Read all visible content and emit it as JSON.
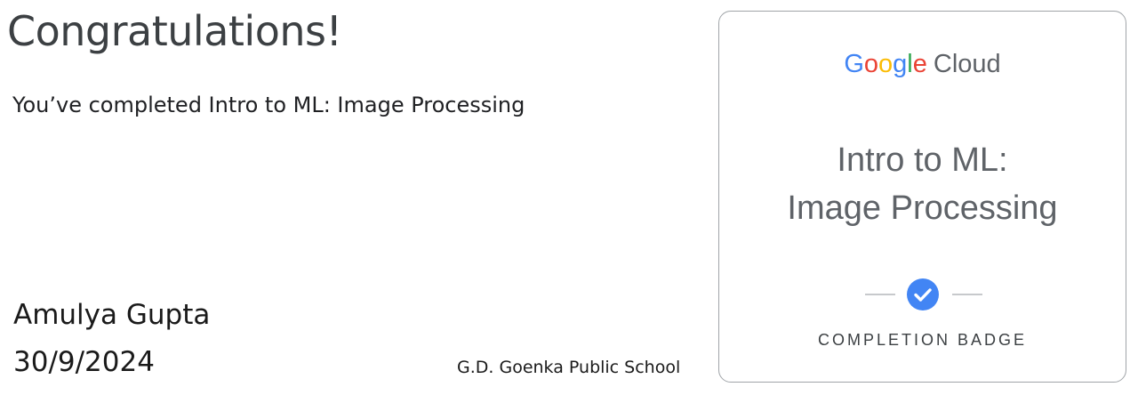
{
  "certificate": {
    "heading": "Congratulations!",
    "subtitle": "You’ve completed Intro to ML: Image Processing",
    "recipient_name": "Amulya Gupta",
    "date": "30/9/2024",
    "school": "G.D. Goenka Public School"
  },
  "badge": {
    "brand_letters": [
      "G",
      "o",
      "o",
      "g",
      "l",
      "e"
    ],
    "brand_suffix": "Cloud",
    "course_line1": "Intro to ML:",
    "course_line2": "Image Processing",
    "status_label": "COMPLETION BADGE",
    "check_icon": "check-circle-icon"
  },
  "colors": {
    "google_blue": "#4285f4",
    "google_red": "#ea4335",
    "google_yellow": "#fbbc05",
    "google_green": "#34a853",
    "badge_border": "#a0a4a8",
    "muted_text": "#5f6368"
  }
}
